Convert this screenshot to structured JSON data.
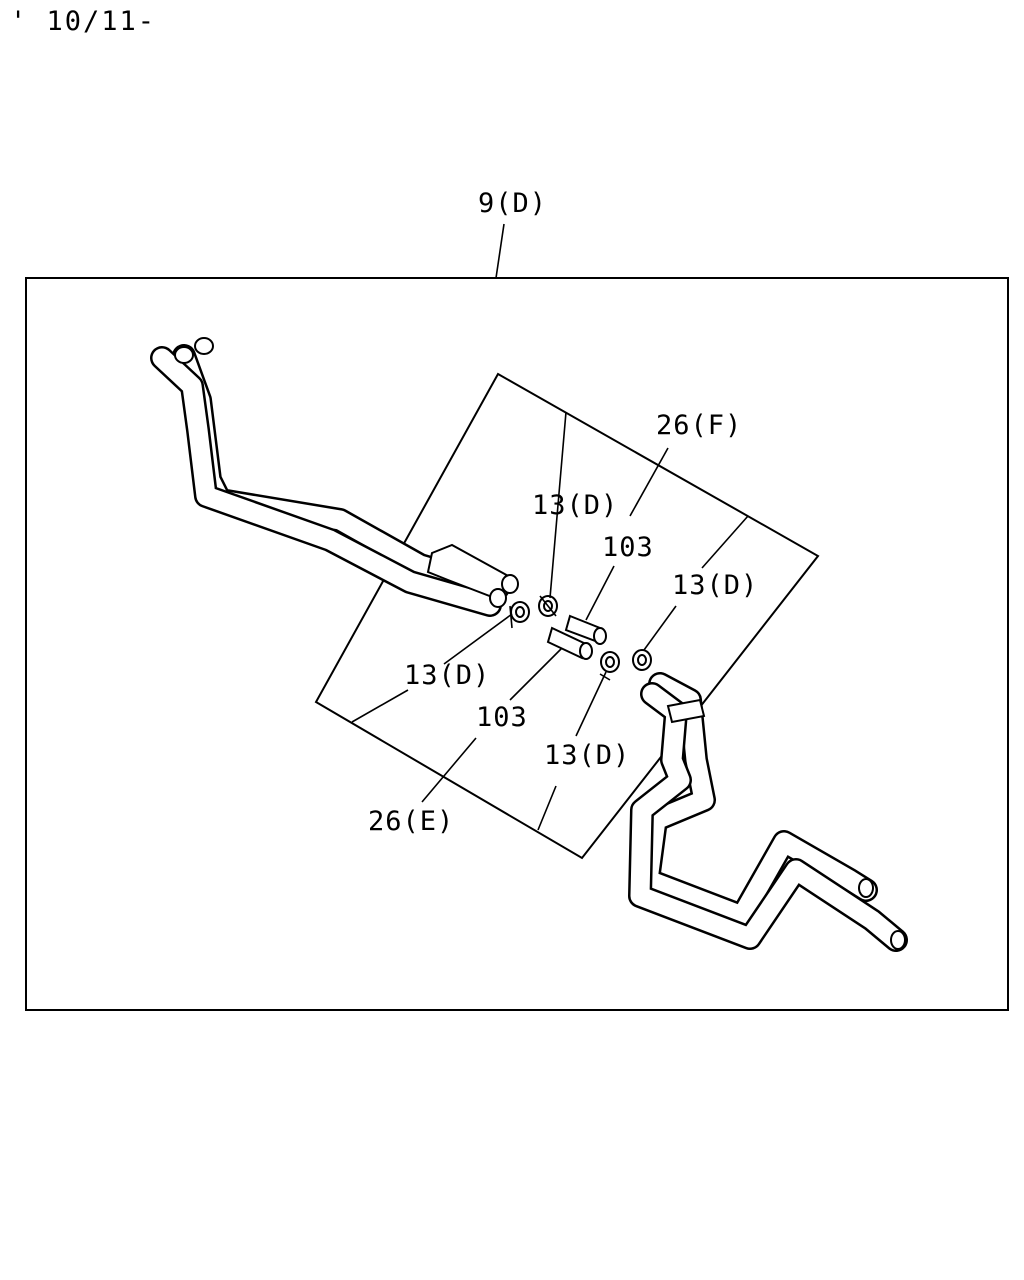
{
  "header": {
    "date_code": "' 10/11-"
  },
  "labels": {
    "assembly": "9(D)",
    "hose_f": "26(F)",
    "hose_e": "26(E)",
    "clamp_1": "13(D)",
    "clamp_2": "13(D)",
    "clamp_3": "13(D)",
    "clamp_4": "13(D)",
    "joint_upper": "103",
    "joint_lower": "103"
  }
}
